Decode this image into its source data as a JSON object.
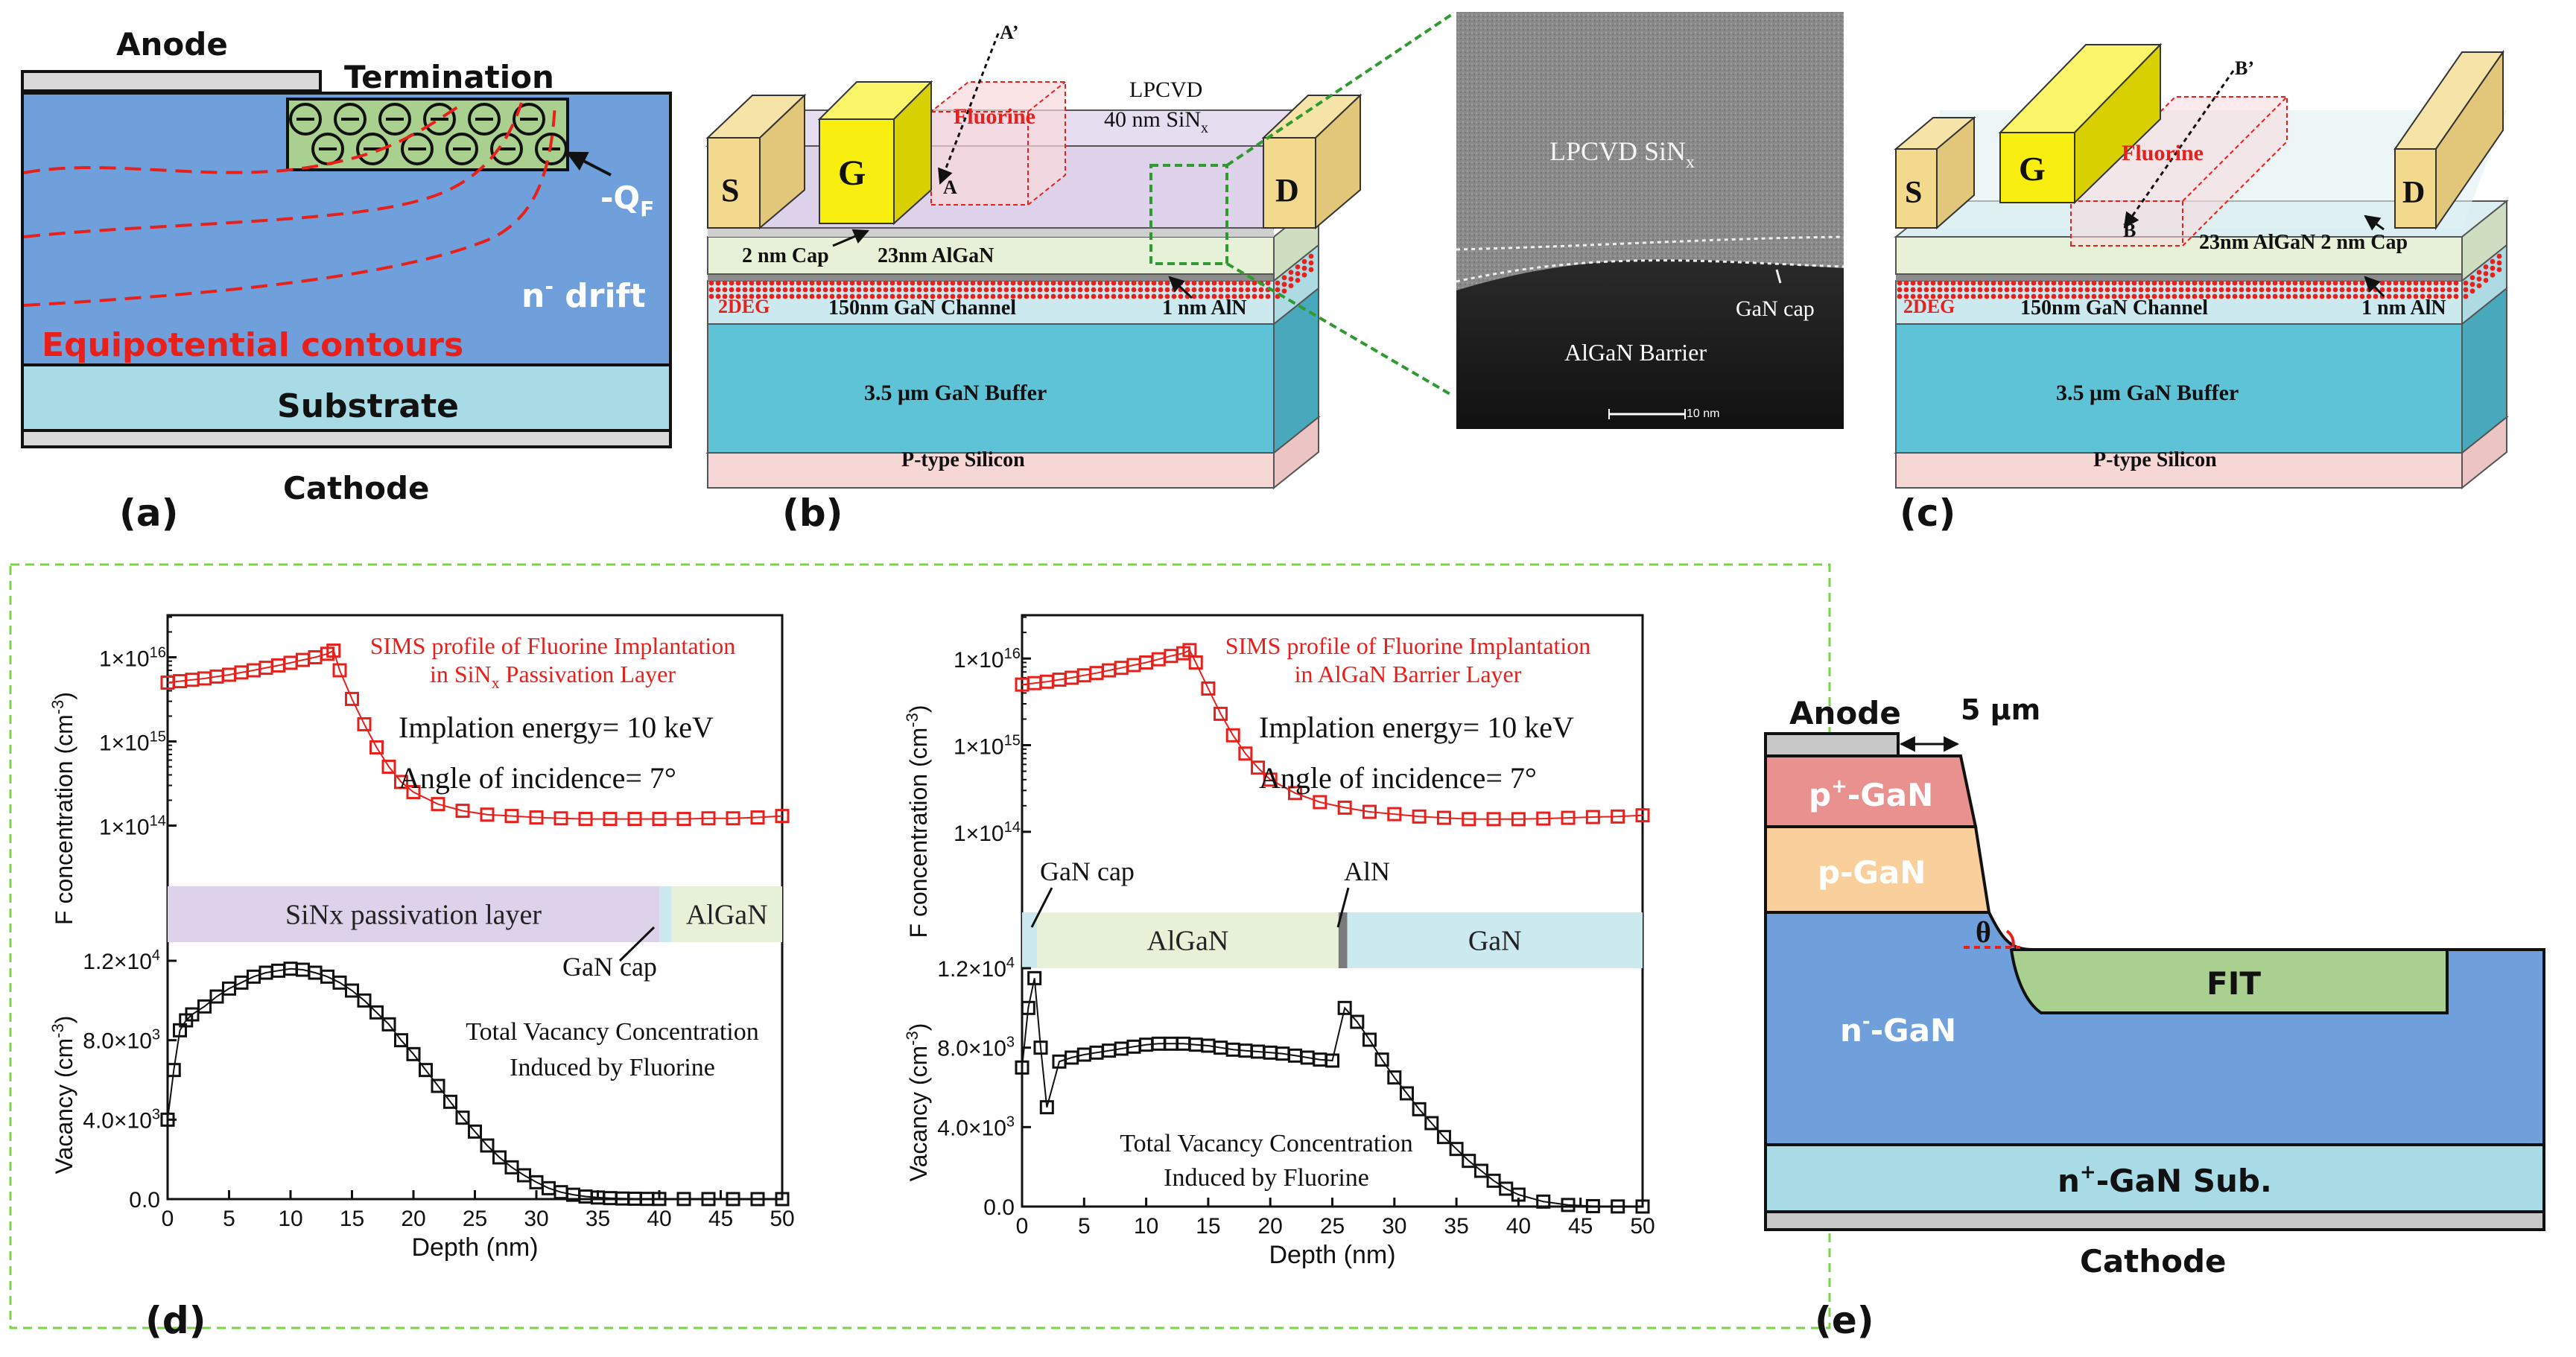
{
  "panel_labels": [
    "(a)",
    "(b)",
    "(c)",
    "(d)",
    "(e)"
  ],
  "colors": {
    "drift_blue": "#6fa0dc",
    "substrate": "#a8dbe6",
    "fluorine_red": "#e8201c",
    "metal_yellow": "#f8ee10",
    "contact_tan": "#f3d98e",
    "sinx_lilac": "#ddd2ea",
    "buffer_teal": "#5ec3d6",
    "psi_pink": "#f7d6d6",
    "fit_green": "#a9d08e",
    "dashed_green": "#7cd14a"
  },
  "panel_a": {
    "anode": "Anode",
    "termination": "Termination",
    "charge": "-Q",
    "charge_sub": "F",
    "drift": "n",
    "drift_sup": "-",
    "drift_tail": " drift",
    "contours": "Equipotential contours",
    "substrate": "Substrate",
    "cathode": "Cathode"
  },
  "panel_b": {
    "S": "S",
    "G": "G",
    "D": "D",
    "fluorine": "Fluorine",
    "lpcvd": "LPCVD",
    "sinx": "40 nm SiN",
    "sinx_sub": "x",
    "A_top": "A’",
    "A_bot": "A",
    "cap": "2 nm Cap",
    "algan": "23nm AlGaN",
    "twodeg": "2DEG",
    "channel": "150nm GaN Channel",
    "aln": "1 nm AlN",
    "buffer": "3.5 μm GaN Buffer",
    "psi": "P-type Silicon"
  },
  "tem": {
    "sinx": "LPCVD SiN",
    "sinx_sub": "x",
    "gancap": "GaN cap",
    "barrier": "AlGaN Barrier",
    "scale": "10 nm"
  },
  "panel_c": {
    "S": "S",
    "G": "G",
    "D": "D",
    "fluorine": "Fluorine",
    "B_top": "B’",
    "B_bot": "B",
    "algan_cap": "23nm AlGaN 2 nm Cap",
    "twodeg": "2DEG",
    "channel": "150nm GaN Channel",
    "aln": "1 nm AlN",
    "buffer": "3.5 μm GaN Buffer",
    "psi": "P-type Silicon"
  },
  "panel_e": {
    "anode": "Anode",
    "gap": "5 μm",
    "pplus": "p",
    "pplus_sup": "+",
    "pplus_tail": "-GaN",
    "p": "p-GaN",
    "theta": "θ",
    "fit": "FIT",
    "nminus": "n",
    "nminus_sup": "-",
    "nminus_tail": "-GaN",
    "nsub": "n",
    "nsub_sup": "+",
    "nsub_tail": "-GaN Sub.",
    "cathode": "Cathode"
  },
  "chart_data": [
    {
      "type": "line",
      "title": "SIMS profile of Fluorine Implantation in SiNx Passivation Layer",
      "title_lines": [
        "SIMS profile of Fluorine Implantation",
        "in SiN",
        "x",
        " Passivation Layer"
      ],
      "energy": "Implation energy= 10 keV",
      "angle": "Angle of incidence= 7°",
      "ylabel_top": "F concentration  (cm",
      "ylabel_top_sup": "-3",
      "ylabel_top_close": ")",
      "yticks_top": [
        "1×10",
        "1×10",
        "1×10"
      ],
      "yticks_top_sup": [
        "16",
        "15",
        "14"
      ],
      "ylim_top_log": [
        13.5,
        16.5
      ],
      "layers": [
        {
          "name": "SiNx  passivation layer",
          "from": 0,
          "to": 40
        },
        {
          "name": "",
          "from": 40,
          "to": 41
        },
        {
          "name": "AlGaN",
          "from": 41,
          "to": 50
        }
      ],
      "layer_callout": "GaN cap",
      "ylabel_bottom": "Vacancy  (cm",
      "ylabel_bottom_sup": "-3",
      "ylabel_bottom_close": ")",
      "yticks_bottom": [
        "0.0",
        "4.0×10",
        "8.0×10",
        "1.2×10"
      ],
      "yticks_bottom_sup": [
        "",
        "3",
        "3",
        "4"
      ],
      "yticks_bottom_values": [
        0,
        4000,
        8000,
        12000
      ],
      "ylim_bottom": [
        0,
        12000
      ],
      "xlabel": "Depth (nm)",
      "xticks": [
        "0",
        "5",
        "10",
        "15",
        "20",
        "25",
        "30",
        "35",
        "40",
        "45",
        "50"
      ],
      "xlim": [
        0,
        50
      ],
      "vacancy_label": [
        "Total Vacancy Concentration",
        "Induced by Fluorine"
      ],
      "series": [
        {
          "name": "",
          "x": [
            0,
            1,
            2,
            3,
            4,
            5,
            6,
            7,
            8,
            9,
            10,
            11,
            12,
            13,
            13.5,
            14,
            15,
            16,
            17,
            18,
            19,
            20,
            22,
            24,
            26,
            28,
            30,
            32,
            34,
            36,
            38,
            40,
            42,
            44,
            46,
            48,
            50
          ],
          "y": [
            5000000000000000.0,
            5200000000000000.0,
            5400000000000000.0,
            5600000000000000.0,
            5900000000000000.0,
            6200000000000000.0,
            6600000000000000.0,
            7000000000000000.0,
            7500000000000000.0,
            8000000000000000.0,
            8600000000000000.0,
            9300000000000000.0,
            1e+16,
            1.1e+16,
            1.2e+16,
            7000000000000000.0,
            3200000000000000.0,
            1600000000000000.0,
            850000000000000.0,
            500000000000000.0,
            330000000000000.0,
            250000000000000.0,
            180000000000000.0,
            150000000000000.0,
            135000000000000.0,
            130000000000000.0,
            125000000000000.0,
            122000000000000.0,
            120000000000000.0,
            120000000000000.0,
            120000000000000.0,
            120000000000000.0,
            120000000000000.0,
            122000000000000.0,
            122000000000000.0,
            125000000000000.0,
            130000000000000.0
          ]
        },
        {
          "name": "",
          "x": [
            0,
            0.5,
            1,
            1.5,
            2,
            3,
            4,
            5,
            6,
            7,
            8,
            9,
            10,
            11,
            12,
            13,
            14,
            15,
            16,
            17,
            18,
            19,
            20,
            21,
            22,
            23,
            24,
            25,
            26,
            27,
            28,
            29,
            30,
            31,
            32,
            33,
            34,
            35,
            36,
            37,
            38,
            39,
            40,
            42,
            44,
            46,
            48,
            50
          ],
          "y": [
            4000,
            6500,
            8500,
            9000,
            9300,
            9700,
            10200,
            10600,
            10900,
            11200,
            11400,
            11500,
            11600,
            11550,
            11400,
            11200,
            10900,
            10500,
            10000,
            9400,
            8800,
            8000,
            7300,
            6500,
            5700,
            4900,
            4100,
            3400,
            2700,
            2100,
            1600,
            1200,
            850,
            550,
            350,
            220,
            130,
            80,
            50,
            30,
            20,
            12,
            8,
            5,
            3,
            2,
            1,
            1
          ]
        }
      ]
    },
    {
      "type": "line",
      "title": "SIMS profile of Fluorine Implantation in AlGaN Barrier Layer",
      "title_lines": [
        "SIMS profile of Fluorine Implantation",
        "in AlGaN Barrier Layer"
      ],
      "energy": "Implation energy= 10 keV",
      "angle": "Angle of incidence= 7°",
      "ylabel_top": "F concentration  (cm",
      "ylabel_top_sup": "-3",
      "ylabel_top_close": ")",
      "yticks_top": [
        "1×10",
        "1×10",
        "1×10"
      ],
      "yticks_top_sup": [
        "16",
        "15",
        "14"
      ],
      "ylim_top_log": [
        13.5,
        16.5
      ],
      "layers": [
        {
          "name": "",
          "from": 0,
          "to": 1.2
        },
        {
          "name": "AlGaN",
          "from": 1.2,
          "to": 25.5
        },
        {
          "name": "",
          "from": 25.5,
          "to": 26.2
        },
        {
          "name": "GaN",
          "from": 26.2,
          "to": 50
        }
      ],
      "layer_callouts": [
        "GaN cap",
        "AlN"
      ],
      "ylabel_bottom": "Vacancy  (cm",
      "ylabel_bottom_sup": "-3",
      "ylabel_bottom_close": ")",
      "yticks_bottom": [
        "0.0",
        "4.0×10",
        "8.0×10",
        "1.2×10"
      ],
      "yticks_bottom_sup": [
        "",
        "3",
        "3",
        "4"
      ],
      "yticks_bottom_values": [
        0,
        4000,
        8000,
        12000
      ],
      "ylim_bottom": [
        0,
        12000
      ],
      "xlabel": "Depth (nm)",
      "xticks": [
        "0",
        "5",
        "10",
        "15",
        "20",
        "25",
        "30",
        "35",
        "40",
        "45",
        "50"
      ],
      "xlim": [
        0,
        50
      ],
      "vacancy_label": [
        "Total Vacancy Concentration",
        "Induced by Fluorine"
      ],
      "series": [
        {
          "name": "",
          "x": [
            0,
            1,
            2,
            3,
            4,
            5,
            6,
            7,
            8,
            9,
            10,
            11,
            12,
            13,
            13.5,
            14,
            15,
            16,
            17,
            18,
            19,
            20,
            22,
            24,
            26,
            28,
            30,
            32,
            34,
            36,
            38,
            40,
            42,
            44,
            46,
            48,
            50
          ],
          "y": [
            5000000000000000.0,
            5200000000000000.0,
            5400000000000000.0,
            5700000000000000.0,
            6000000000000000.0,
            6400000000000000.0,
            6800000000000000.0,
            7300000000000000.0,
            7800000000000000.0,
            8400000000000000.0,
            9000000000000000.0,
            9800000000000000.0,
            1.07e+16,
            1.15e+16,
            1.25e+16,
            9000000000000000.0,
            4500000000000000.0,
            2300000000000000.0,
            1300000000000000.0,
            800000000000000.0,
            550000000000000.0,
            400000000000000.0,
            280000000000000.0,
            220000000000000.0,
            190000000000000.0,
            170000000000000.0,
            160000000000000.0,
            150000000000000.0,
            145000000000000.0,
            140000000000000.0,
            140000000000000.0,
            140000000000000.0,
            142000000000000.0,
            145000000000000.0,
            148000000000000.0,
            150000000000000.0,
            155000000000000.0
          ]
        },
        {
          "name": "",
          "x": [
            0,
            0.5,
            1,
            1.5,
            2,
            3,
            4,
            5,
            6,
            7,
            8,
            9,
            10,
            11,
            12,
            13,
            14,
            15,
            16,
            17,
            18,
            19,
            20,
            21,
            22,
            23,
            24,
            25,
            26,
            27,
            28,
            29,
            30,
            31,
            32,
            33,
            34,
            35,
            36,
            37,
            38,
            39,
            40,
            42,
            44,
            46,
            48,
            50
          ],
          "y": [
            7000,
            10000,
            11500,
            8000,
            5000,
            7300,
            7500,
            7650,
            7750,
            7850,
            7950,
            8050,
            8150,
            8200,
            8200,
            8200,
            8150,
            8100,
            8000,
            7900,
            7850,
            7800,
            7750,
            7700,
            7600,
            7500,
            7400,
            7350,
            10000,
            9300,
            8400,
            7400,
            6500,
            5700,
            4900,
            4200,
            3500,
            2900,
            2300,
            1800,
            1300,
            900,
            600,
            250,
            80,
            20,
            5,
            1
          ]
        }
      ]
    }
  ]
}
